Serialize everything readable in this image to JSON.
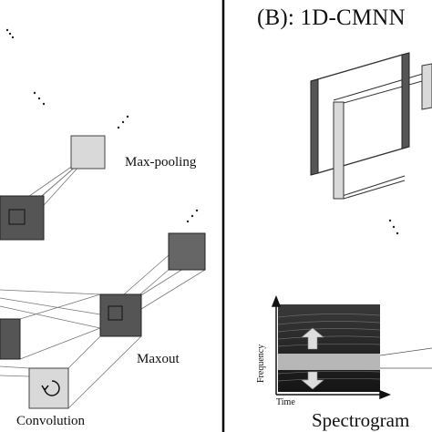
{
  "panel_a": {
    "labels": {
      "max_pooling": "Max-pooling",
      "maxout": "Maxout",
      "convolution": "Convolution"
    },
    "colors": {
      "light_box": "#d9d9d9",
      "dark_box": "#555555",
      "medium_box": "#666666",
      "line": "#777777"
    }
  },
  "panel_b": {
    "title": "(B): 1D-CMNN",
    "spectrogram": {
      "caption": "Spectrogram",
      "x_axis": "Time",
      "y_axis": "Frequency"
    },
    "colors": {
      "dark_bar": "#555555",
      "light_bar": "#d9d9d9",
      "spectrogram_bg": "#1e1e1e",
      "highlight_band": "#c8c8c8"
    }
  },
  "divider_color": "#000000"
}
